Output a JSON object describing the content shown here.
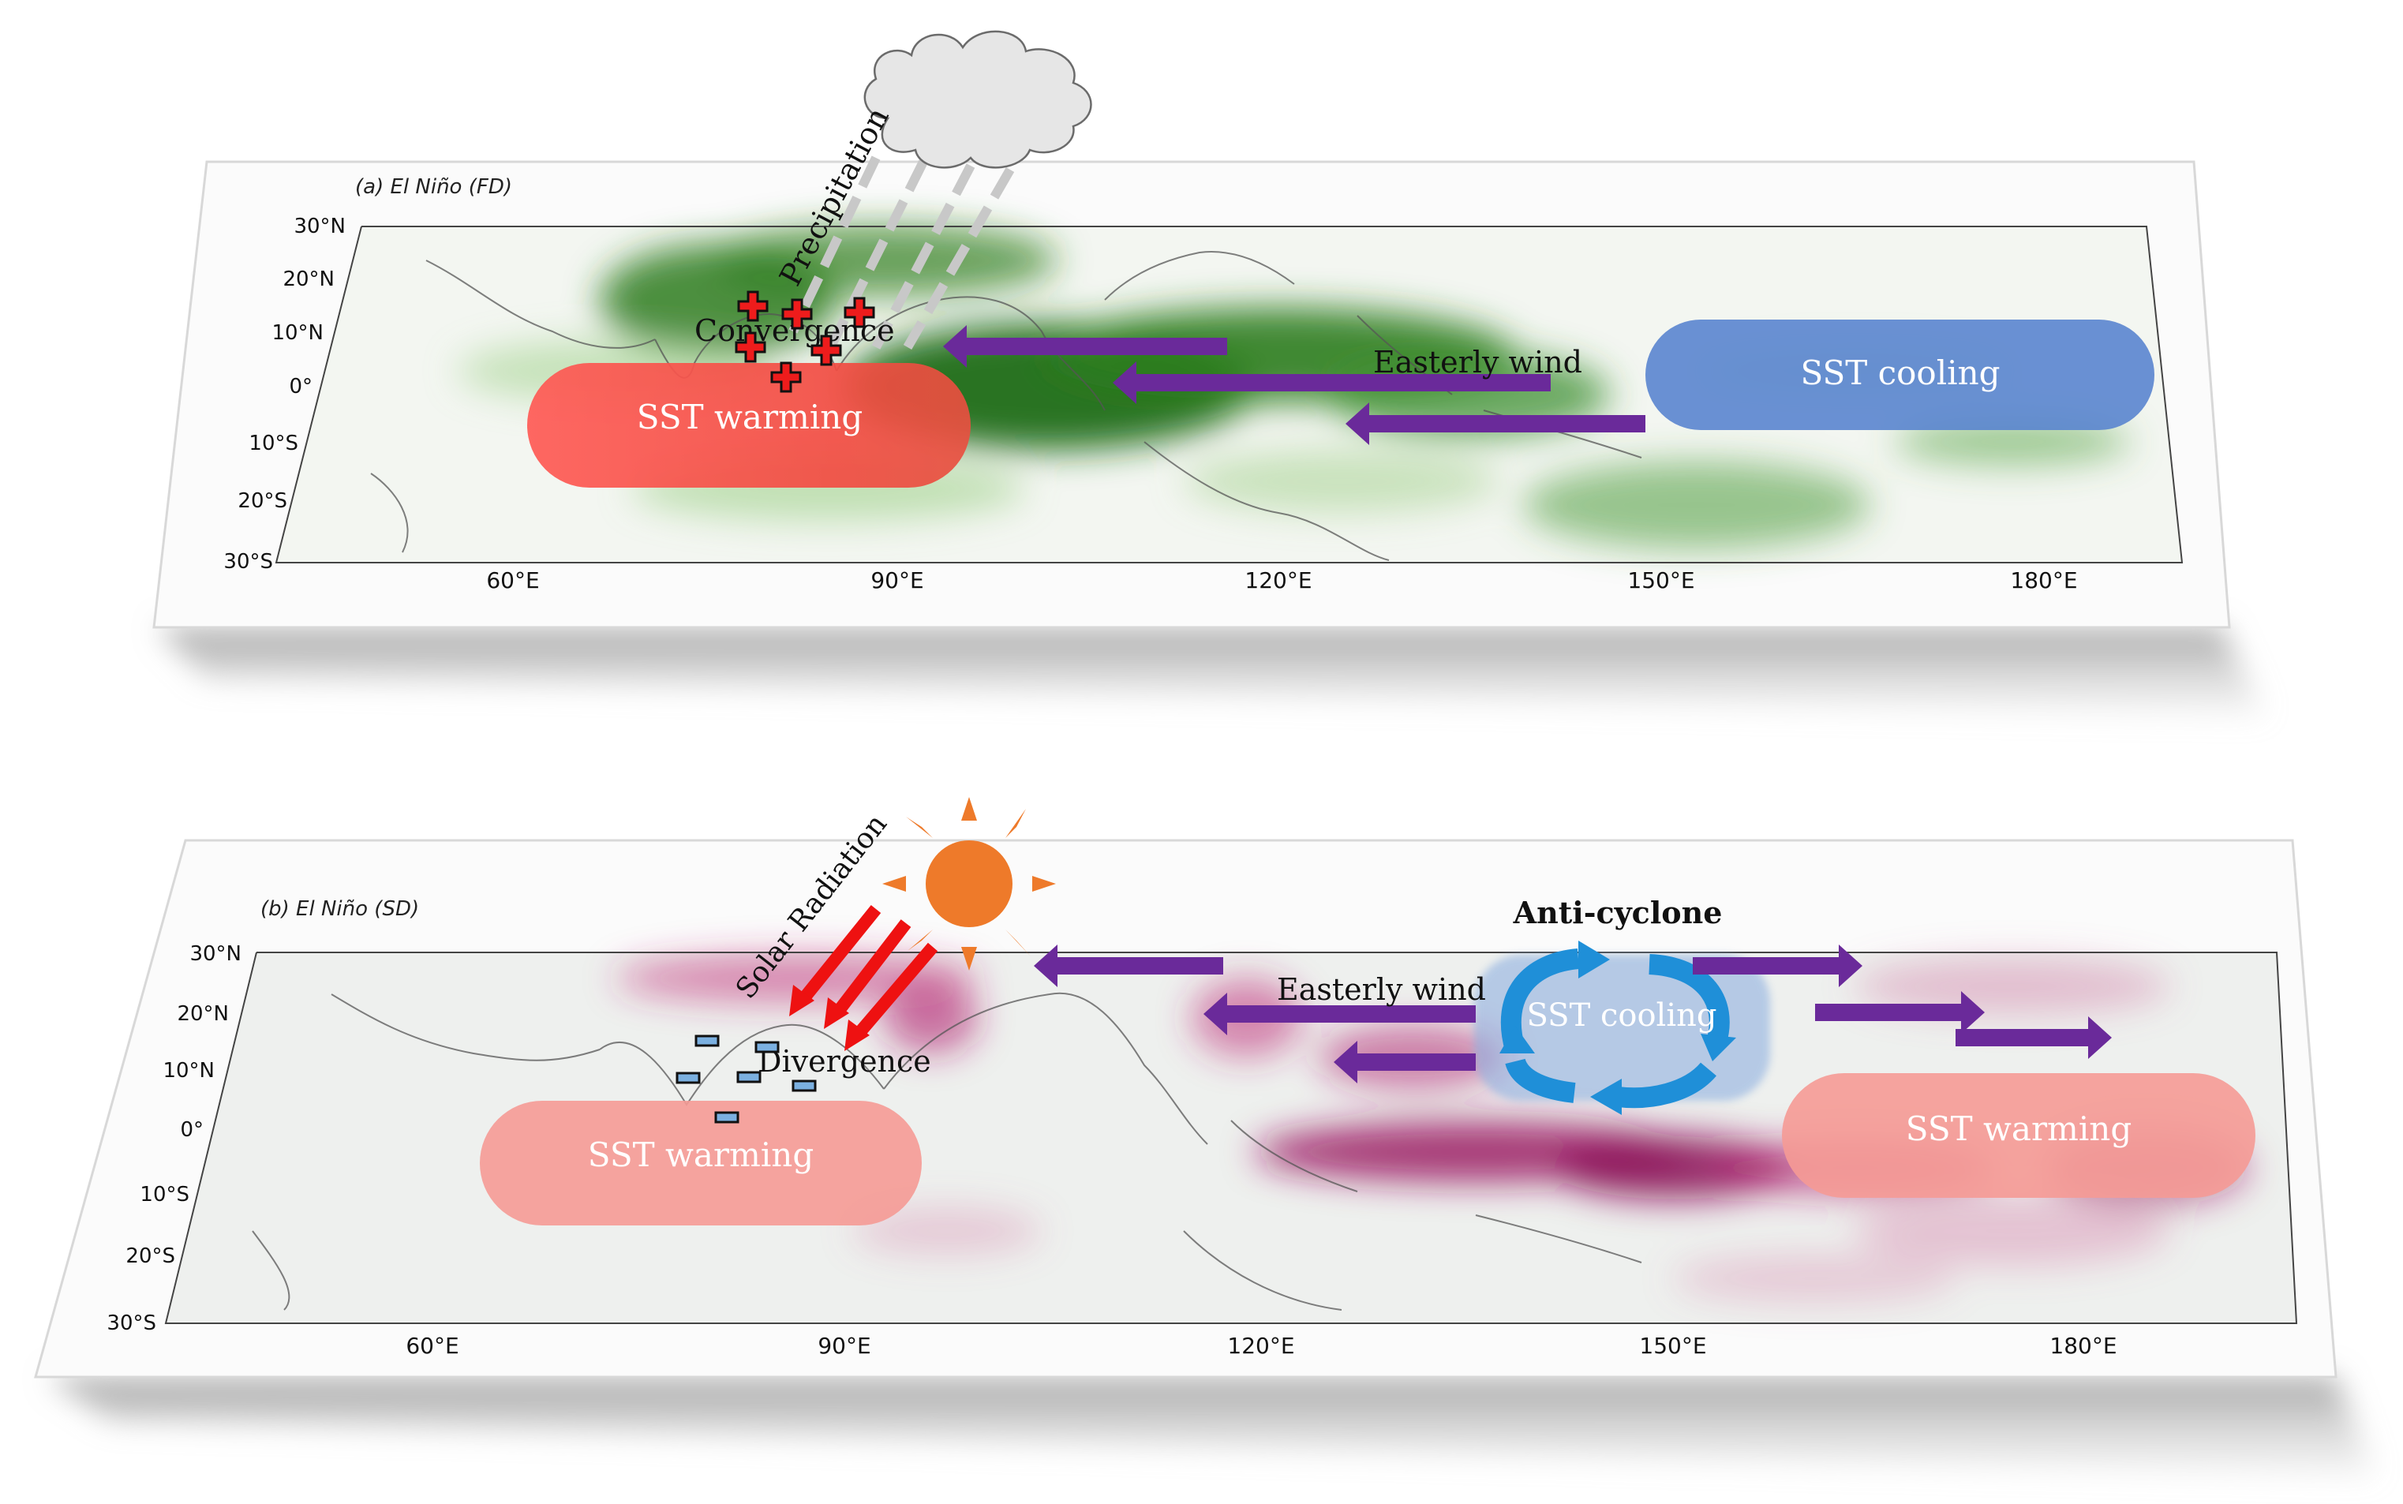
{
  "panels": [
    {
      "id": "a",
      "title": "(a) El Niño (FD)",
      "lat_labels": [
        "30°N",
        "20°N",
        "10°N",
        "0°",
        "10°S",
        "20°S",
        "30°S"
      ],
      "lon_labels": [
        "60°E",
        "90°E",
        "120°E",
        "150°E",
        "180°E"
      ],
      "labels": {
        "precipitation": "Precipitation",
        "convergence": "Convergence",
        "easterly_wind": "Easterly wind",
        "sst_warming": "SST warming",
        "sst_cooling": "SST cooling"
      },
      "symbol_marks": "+",
      "anomaly_color": "#2e7d1e"
    },
    {
      "id": "b",
      "title": "(b) El Niño  (SD)",
      "lat_labels": [
        "30°N",
        "20°N",
        "10°N",
        "0°",
        "10°S",
        "20°S",
        "30°S"
      ],
      "lon_labels": [
        "60°E",
        "90°E",
        "120°E",
        "150°E",
        "180°E"
      ],
      "labels": {
        "solar_radiation": "Solar Radiation",
        "divergence": "Divergence",
        "anti_cyclone": "Anti-cyclone",
        "easterly_wind": "Easterly wind",
        "sst_cooling": "SST cooling",
        "sst_warming_west": "SST warming",
        "sst_warming_east": "SST warming"
      },
      "symbol_marks": "−",
      "anomaly_color": "#b0206e"
    }
  ],
  "colors": {
    "warm_strong": "#ff4a4a",
    "warm_light": "#f59a95",
    "cool": "#5a85cf",
    "wind_arrow": "#6a2a9a",
    "solar_arrow": "#ee1111",
    "sun": "#ee7a2a",
    "anticyclone_arrow": "#1f8fd8"
  },
  "icons": [
    "cloud-icon",
    "sun-icon",
    "plus-marker-icon",
    "minus-marker-icon",
    "wind-arrow-icon",
    "anticyclone-arrow-icon"
  ]
}
